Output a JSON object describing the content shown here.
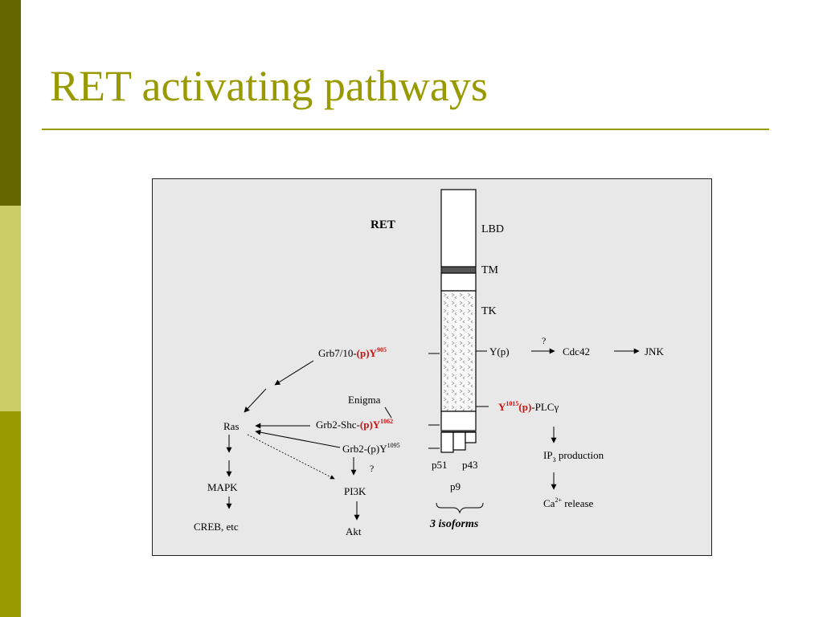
{
  "slide": {
    "title": "RET activating pathways"
  },
  "diagram": {
    "receptor_label": "RET",
    "domains": [
      "LBD",
      "TM",
      "TK"
    ],
    "left_branch": {
      "grb7_label": "Grb7/10-",
      "grb7_site": "(p)Y",
      "grb7_sup": "905",
      "enigma_label": "Enigma",
      "shc_label": "Grb2-Shc-",
      "shc_site": "(p)Y",
      "shc_sup": "1062",
      "grb2_label": "Grb2-(p)Y",
      "grb2_sup": "1095",
      "ras": "Ras",
      "mapk": "MAPK",
      "creb": "CREB, etc",
      "question": "?",
      "pi3k": "PI3K",
      "akt": "Akt"
    },
    "right_branch": {
      "yp": "Y(p)",
      "question": "?",
      "cdc42": "Cdc42",
      "jnk": "JNK",
      "y1015_base": "Y",
      "y1015_sup": "1015",
      "y1015_p": "(p)",
      "plcg": "-PLCγ",
      "ip3_main": "IP",
      "ip3_sub": "3",
      "ip3_rest": " production",
      "ca_main": "Ca",
      "ca_sup": "2+",
      "ca_rest": " release"
    },
    "isoforms": {
      "p51": "p51",
      "p43": "p43",
      "p9": "p9",
      "label": "3 isoforms"
    }
  }
}
